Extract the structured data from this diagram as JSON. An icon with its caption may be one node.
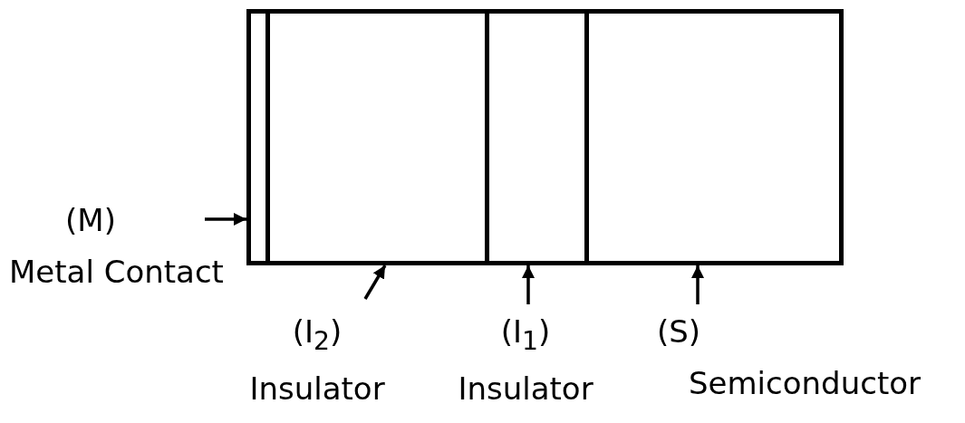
{
  "diagram": {
    "nodes": [
      {
        "text": [],
        "shape": "box"
      },
      {
        "text": [],
        "shape": "box"
      },
      {
        "text": [],
        "shape": "box"
      },
      {
        "text": [],
        "shape": "box"
      },
      {
        "text": [
          "(M)",
          "Metal Contact"
        ]
      },
      {
        "text": [
          "(I$_{2}$)",
          "Insulator"
        ]
      },
      {
        "text": [
          "(I$_{1}$)",
          "Insulator"
        ]
      },
      {
        "text": [
          "(S)",
          "Semiconductor"
        ]
      }
    ],
    "edges": [
      {
        "from": 4,
        "to": 0,
        "arrow": "to"
      },
      {
        "from": 5,
        "to": 1,
        "arrow": "to"
      },
      {
        "from": 6,
        "to": 2,
        "arrow": "to"
      },
      {
        "from": 7,
        "to": 3,
        "arrow": "to"
      }
    ]
  }
}
